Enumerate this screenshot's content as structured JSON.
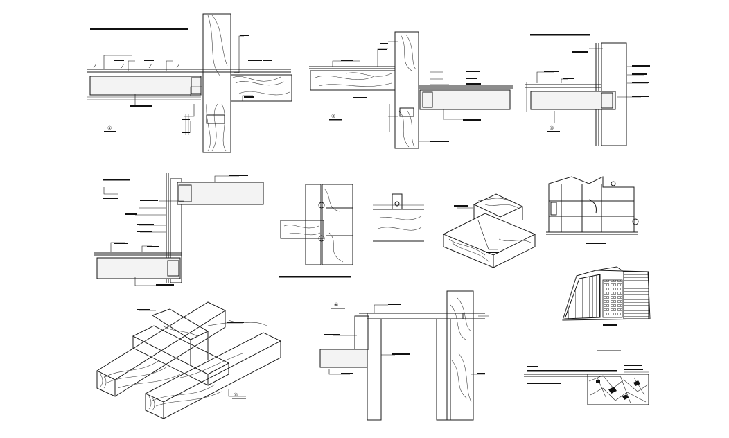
{
  "drawing": {
    "type": "cad-construction-detail-sheet",
    "background": "#ffffff",
    "line_color": "#111111",
    "details": [
      "timber-beam-concrete-slab-junction-1",
      "timber-beam-concrete-slab-junction-2",
      "slab-brick-wall-junction-3",
      "slab-brick-wall-corner-detail",
      "timber-joint-sections",
      "timber-cross-joint-isometric",
      "timber-frame-isometric",
      "parapet-brick-pier-detail",
      "building-section",
      "building-facade",
      "title-block"
    ]
  }
}
